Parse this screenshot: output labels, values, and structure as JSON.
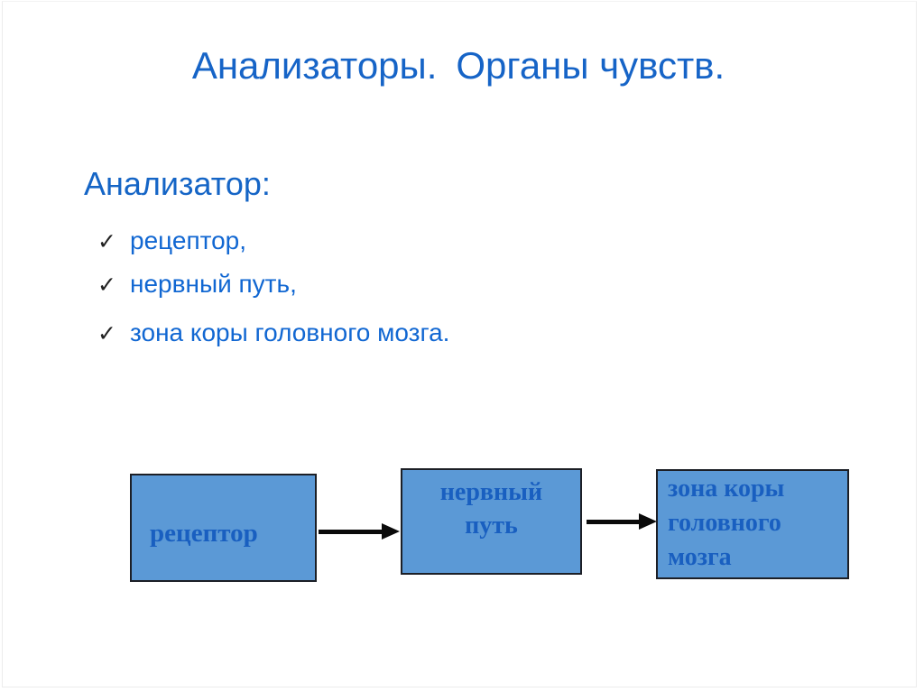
{
  "slide": {
    "title": "Анализаторы. Органы чувств.",
    "heading": "Анализатор:",
    "bullets": [
      {
        "marker": "✓",
        "text": "рецептор,"
      },
      {
        "marker": "✓",
        "text": "нервный путь,"
      },
      {
        "marker": "✓",
        "text": "зона коры головного мозга."
      }
    ],
    "diagram": {
      "nodes": [
        {
          "id": "receptor",
          "label": "рецептор"
        },
        {
          "id": "nerve-path",
          "label": "нервный\nпуть"
        },
        {
          "id": "cortex-zone",
          "label": "зона коры\nголовного\nмозга"
        }
      ]
    },
    "colors": {
      "title_blue": "#1664c7",
      "body_blue": "#1167d2",
      "box_fill": "#5b99d6",
      "box_border": "#1c1f26",
      "box_text_blue": "#195fc0",
      "arrow_black": "#0a0a0a"
    }
  }
}
